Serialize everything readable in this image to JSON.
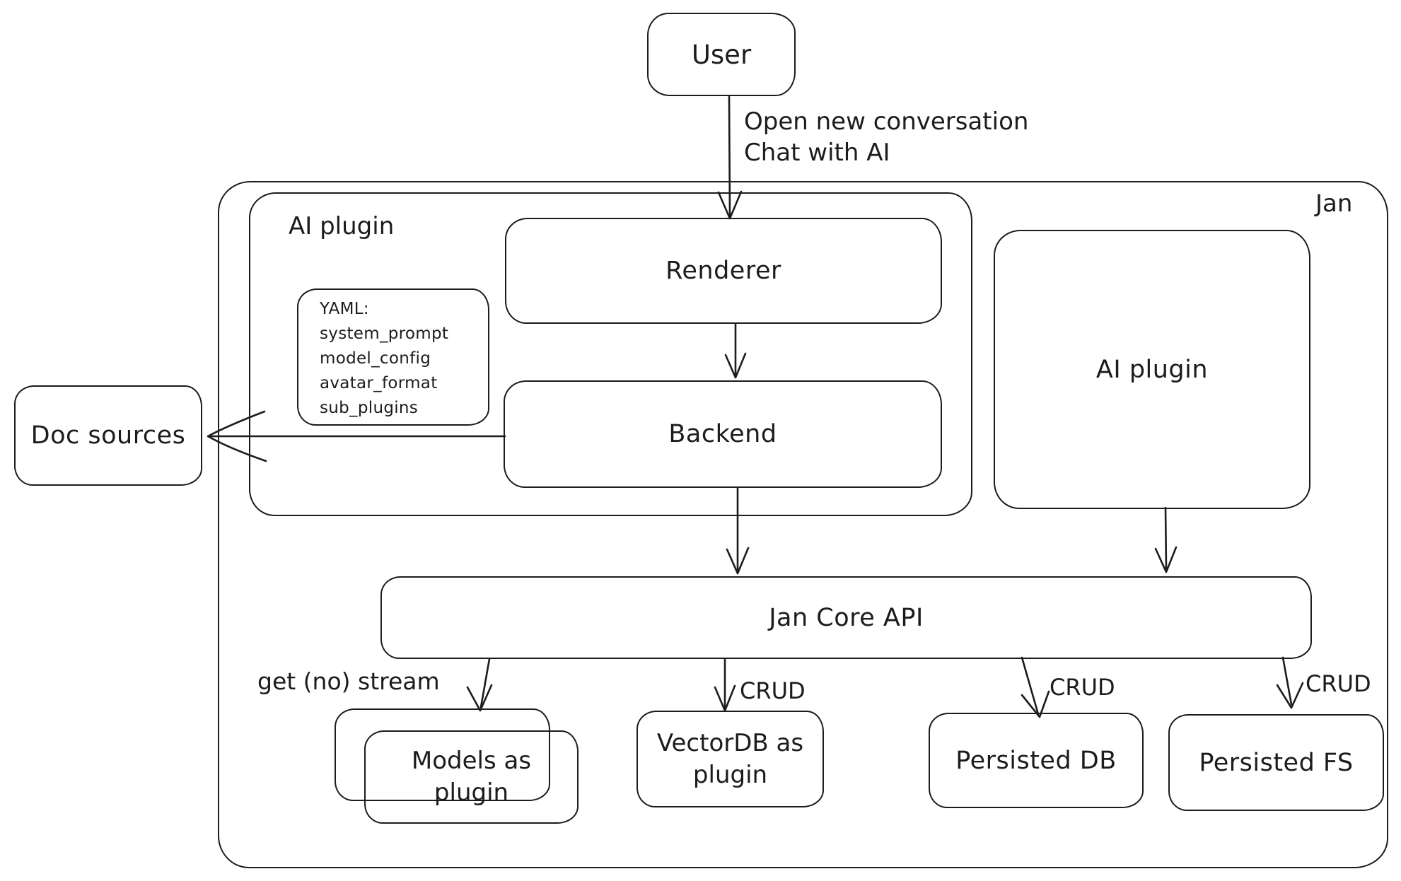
{
  "diagram": {
    "nodes": {
      "user": "User",
      "jan": "Jan",
      "ai_plugin_group": "AI plugin",
      "renderer": "Renderer",
      "backend": "Backend",
      "ai_plugin": "AI plugin",
      "doc_sources": "Doc sources",
      "jan_core_api": "Jan Core API",
      "models_line1": "Models as",
      "models_line2": "plugin",
      "vectordb_line1": "VectorDB as",
      "vectordb_line2": "plugin",
      "persisted_db": "Persisted DB",
      "persisted_fs": "Persisted FS"
    },
    "yaml_note": {
      "title": "YAML:",
      "lines": [
        "system_prompt",
        "model_config",
        "avatar_format",
        "sub_plugins"
      ]
    },
    "edge_labels": {
      "user_flow_line1": "Open new conversation",
      "user_flow_line2": "Chat with AI",
      "stream": "get (no) stream",
      "crud_vectordb": "CRUD",
      "crud_db": "CRUD",
      "crud_fs": "CRUD"
    },
    "colors": {
      "stroke": "#1c1c1c",
      "background": "#ffffff"
    }
  }
}
